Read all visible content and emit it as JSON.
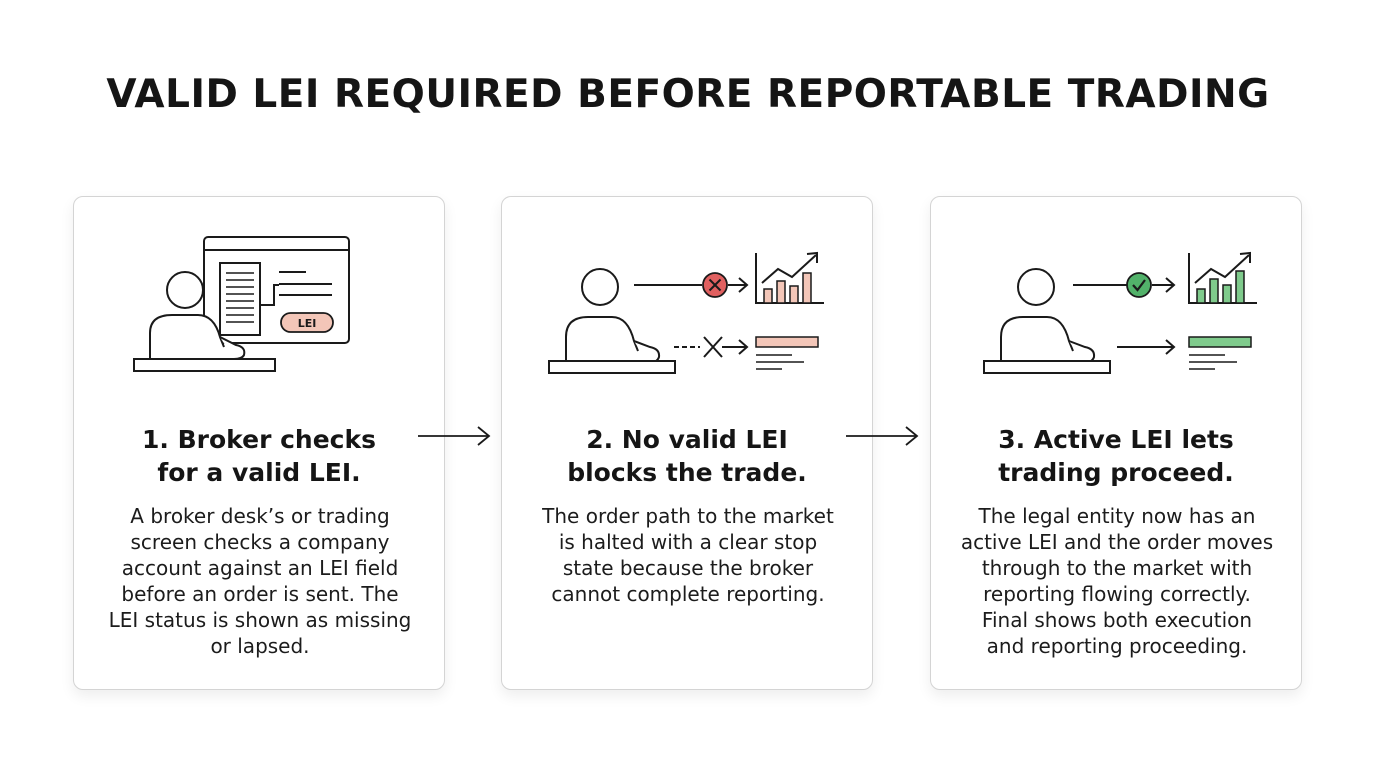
{
  "title": "VALID LEI REQUIRED BEFORE REPORTABLE TRADING",
  "colors": {
    "stroke": "#1a1a1a",
    "blocked": "#d95f5f",
    "blocked_fill": "#f3c6b8",
    "ok": "#52b26a",
    "ok_fill": "#7fcb8c",
    "card_border": "#d4d4d4"
  },
  "steps": [
    {
      "title_lines": [
        "1. Broker checks",
        "for a valid LEI."
      ],
      "desc_lines": [
        "A broker desk’s or trading",
        "screen checks a company",
        "account against an LEI field",
        "before an order is sent. The",
        "LEI status is shown as missing",
        "or lapsed."
      ],
      "badge": "LEI",
      "icons": [
        "person-icon",
        "desk-icon",
        "monitor-icon",
        "document-icon",
        "lei-badge-icon"
      ]
    },
    {
      "title_lines": [
        "2. No valid LEI",
        "blocks the trade."
      ],
      "desc_lines": [
        "The order path to the market",
        "is halted with a clear stop",
        "state because the broker",
        "cannot complete reporting."
      ],
      "icons": [
        "person-icon",
        "desk-icon",
        "error-circle-icon",
        "bar-chart-icon",
        "blocked-arrow-icon",
        "report-lines-icon"
      ]
    },
    {
      "title_lines": [
        "3. Active LEI lets",
        "trading proceed."
      ],
      "desc_lines": [
        "The legal entity now has an",
        "active LEI and the order moves",
        "through to the market with",
        "reporting flowing correctly.",
        "Final shows both execution",
        "and reporting proceeding."
      ],
      "icons": [
        "person-icon",
        "desk-icon",
        "check-circle-icon",
        "bar-chart-icon",
        "arrow-right-icon",
        "report-lines-icon"
      ]
    }
  ]
}
